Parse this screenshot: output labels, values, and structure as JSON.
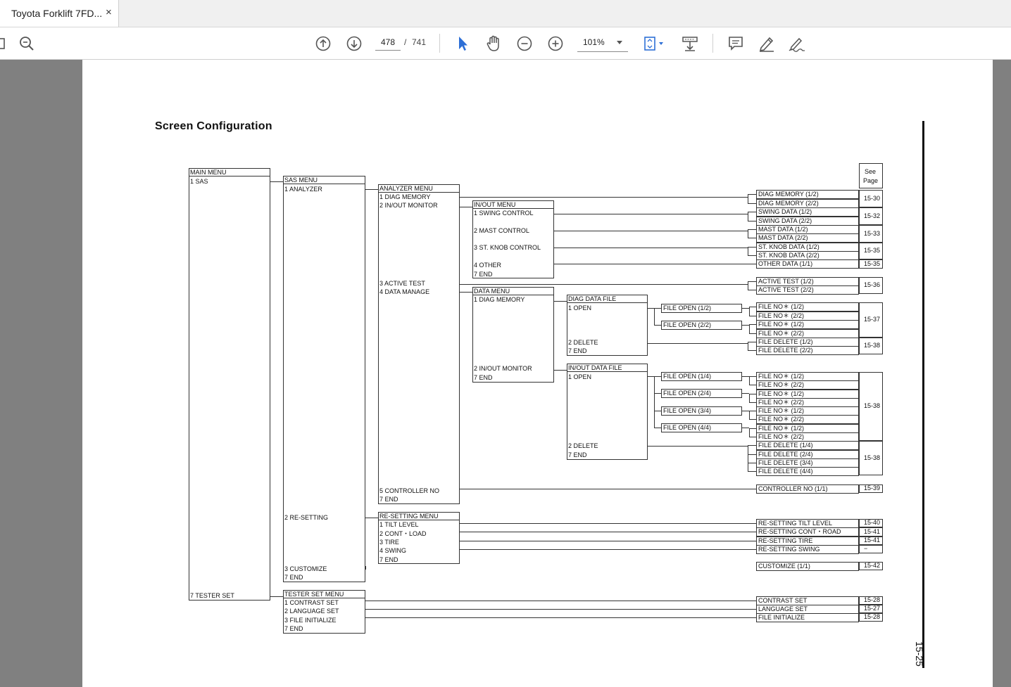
{
  "tab": {
    "title": "Toyota Forklift 7FD...",
    "close": "×"
  },
  "toolbar": {
    "page_current": "478",
    "page_sep": "/",
    "page_total": "741",
    "zoom": "101%"
  },
  "document": {
    "heading": "Screen Configuration",
    "page_number": "15-25",
    "see_page_header": [
      "See",
      "Page"
    ],
    "main_menu": {
      "title": "MAIN MENU",
      "items": [
        "1 SAS",
        "7 TESTER SET"
      ]
    },
    "sas_menu": {
      "title": "SAS MENU",
      "items": [
        "1 ANALYZER",
        "2 RE-SETTING",
        "3 CUSTOMIZE",
        "7 END"
      ]
    },
    "analyzer_menu": {
      "title": "ANALYZER MENU",
      "items": [
        "1 DIAG MEMORY",
        "2 IN/OUT MONITOR",
        "3 ACTIVE TEST",
        "4 DATA MANAGE",
        "5 CONTROLLER NO",
        "7 END"
      ]
    },
    "inout_menu": {
      "title": "IN/OUT MENU",
      "items": [
        "1 SWING CONTROL",
        "2 MAST CONTROL",
        "3 ST. KNOB CONTROL",
        "4 OTHER",
        "7 END"
      ]
    },
    "data_menu": {
      "title": "DATA MENU",
      "items": [
        "1 DIAG MEMORY",
        "2 IN/OUT MONITOR",
        "7 END"
      ]
    },
    "diag_data_file": {
      "title": "DIAG DATA FILE",
      "items": [
        "1 OPEN",
        "2 DELETE",
        "7 END"
      ]
    },
    "inout_data_file": {
      "title": "IN/OUT DATA FILE",
      "items": [
        "1 OPEN",
        "2 DELETE",
        "7 END"
      ]
    },
    "diag_file_open": [
      "FILE OPEN (1/2)",
      "FILE OPEN (2/2)"
    ],
    "inout_file_open": [
      "FILE OPEN (1/4)",
      "FILE OPEN (2/4)",
      "FILE OPEN (3/4)",
      "FILE OPEN (4/4)"
    ],
    "resetting_menu": {
      "title": "RE-SETTING MENU",
      "items": [
        "1 TILT LEVEL",
        "2 CONT・LOAD",
        "3 TIRE",
        "4 SWING",
        "7 END"
      ]
    },
    "tester_set_menu": {
      "title": "TESTER SET MENU",
      "items": [
        "1 CONTRAST SET",
        "2 LANGUAGE SET",
        "3 FILE INITIALIZE",
        "7 END"
      ]
    },
    "screens": [
      "DIAG MEMORY (1/2)",
      "DIAG MEMORY (2/2)",
      "SWING DATA (1/2)",
      "SWING DATA (2/2)",
      "MAST DATA (1/2)",
      "MAST DATA (2/2)",
      "ST. KNOB DATA (1/2)",
      "ST. KNOB DATA (2/2)",
      "OTHER DATA (1/1)",
      "ACTIVE TEST (1/2)",
      "ACTIVE TEST (2/2)",
      "FILE NO＊ (1/2)",
      "FILE NO＊ (2/2)",
      "FILE NO＊ (1/2)",
      "FILE NO＊ (2/2)",
      "FILE DELETE (1/2)",
      "FILE DELETE (2/2)",
      "FILE NO＊ (1/2)",
      "FILE NO＊ (2/2)",
      "FILE NO＊ (1/2)",
      "FILE NO＊ (2/2)",
      "FILE NO＊ (1/2)",
      "FILE NO＊ (2/2)",
      "FILE NO＊ (1/2)",
      "FILE NO＊ (2/2)",
      "FILE DELETE (1/4)",
      "FILE DELETE (2/4)",
      "FILE DELETE (3/4)",
      "FILE DELETE (4/4)",
      "CONTROLLER NO (1/1)",
      "RE-SETTING TILT LEVEL",
      "RE-SETTING CONT・ROAD",
      "RE-SETTING TIRE",
      "RE-SETTING SWING",
      "CUSTOMIZE (1/1)",
      "CONTRAST SET",
      "LANGUAGE SET",
      "FILE INITIALIZE"
    ],
    "see_pages": [
      "15-30",
      "15-32",
      "15-33",
      "15-35",
      "15-35",
      "15-36",
      "15-37",
      "15-38",
      "15-38",
      "15-38",
      "15-39",
      "15-40",
      "15-41",
      "15-41",
      "−",
      "15-42",
      "15-28",
      "15-27",
      "15-28"
    ]
  },
  "icons": {
    "sidebar_toggle": "panel-icon",
    "zoom_tool": "magnifier-icon",
    "prev_page": "arrow-up-circle-icon",
    "next_page": "arrow-down-circle-icon",
    "select_tool": "cursor-arrow-icon",
    "hand_tool": "hand-icon",
    "zoom_out": "minus-circle-icon",
    "zoom_in": "plus-circle-icon",
    "fit_page": "fit-page-icon",
    "scroll_mode": "scroll-mode-icon",
    "comment": "comment-icon",
    "highlight": "pen-icon",
    "sign": "sign-icon"
  },
  "colors": {
    "viewer_bg": "#808080",
    "toolbar_bg": "#ffffff",
    "icon": "#555555",
    "select_active": "#2d6fd6"
  }
}
